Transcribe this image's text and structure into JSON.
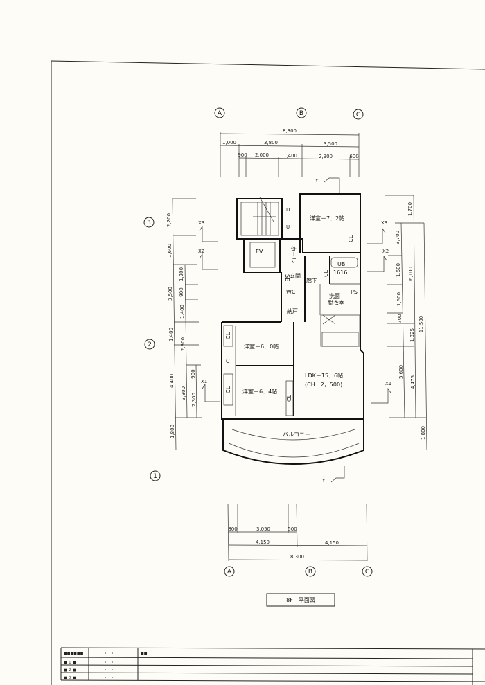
{
  "grid_labels": {
    "columns": [
      "A",
      "B",
      "C"
    ],
    "rows": [
      "3",
      "2",
      "1"
    ]
  },
  "section_markers": {
    "x1": "X1",
    "x2": "X2",
    "x3": "X3",
    "y": "Y",
    "y_prime": "Y'"
  },
  "top_dimensions": {
    "total": "8,300",
    "row2": [
      "1,000",
      "3,800",
      "3,500"
    ],
    "row3": [
      "900",
      "2,000",
      "1,400",
      "2,900",
      "600"
    ]
  },
  "bottom_dimensions": {
    "row1": [
      "800",
      "3,050",
      "500"
    ],
    "row2": [
      "4,150",
      "4,150"
    ],
    "total": "8,300"
  },
  "left_dimensions": {
    "outer": [
      "2,200",
      "1,600",
      "3,500",
      "1,400",
      "4,400",
      "1,800"
    ],
    "inner": [
      "1,200",
      "900",
      "1,400",
      "2,300",
      "3,300"
    ],
    "innermost": [
      "900",
      "2,300"
    ]
  },
  "right_dimensions": {
    "inner": [
      "3,700",
      "1,600",
      "1,600",
      "700",
      "5,600"
    ],
    "middle": [
      "1,700",
      "6,100",
      "1,325",
      "4,475"
    ],
    "outer": [
      "11,500",
      "1,800"
    ]
  },
  "rooms": {
    "western_room_1": "洋室－7．2帖",
    "western_room_2": "洋室－6．0帖",
    "western_room_3": "洋室－6．4帖",
    "ldk": "LDK－15．6帖",
    "ceiling_height": "(CH　2，500)",
    "elevator": "EV",
    "hall": "ホール",
    "entrance": "玄関",
    "corridor": "廊下",
    "washroom": "洗面\n脱衣室",
    "storage": "納戸",
    "toilet": "WC",
    "bath": "UB\n1616",
    "shoes_box": "SB",
    "pipe_space": "PS",
    "balcony": "バルコニー",
    "closet": "CL",
    "closet_small": "C",
    "stair_down": "D",
    "stair_up": "U"
  },
  "drawing_title": "8F　平面図",
  "title_block": {
    "rows": [
      "■■■■■■",
      "■ １ ■",
      "■ ２ ■",
      "■ ３ ■"
    ],
    "dates": [
      "・　・",
      "・　・",
      "・　・",
      "・　・"
    ],
    "note": "■■"
  }
}
